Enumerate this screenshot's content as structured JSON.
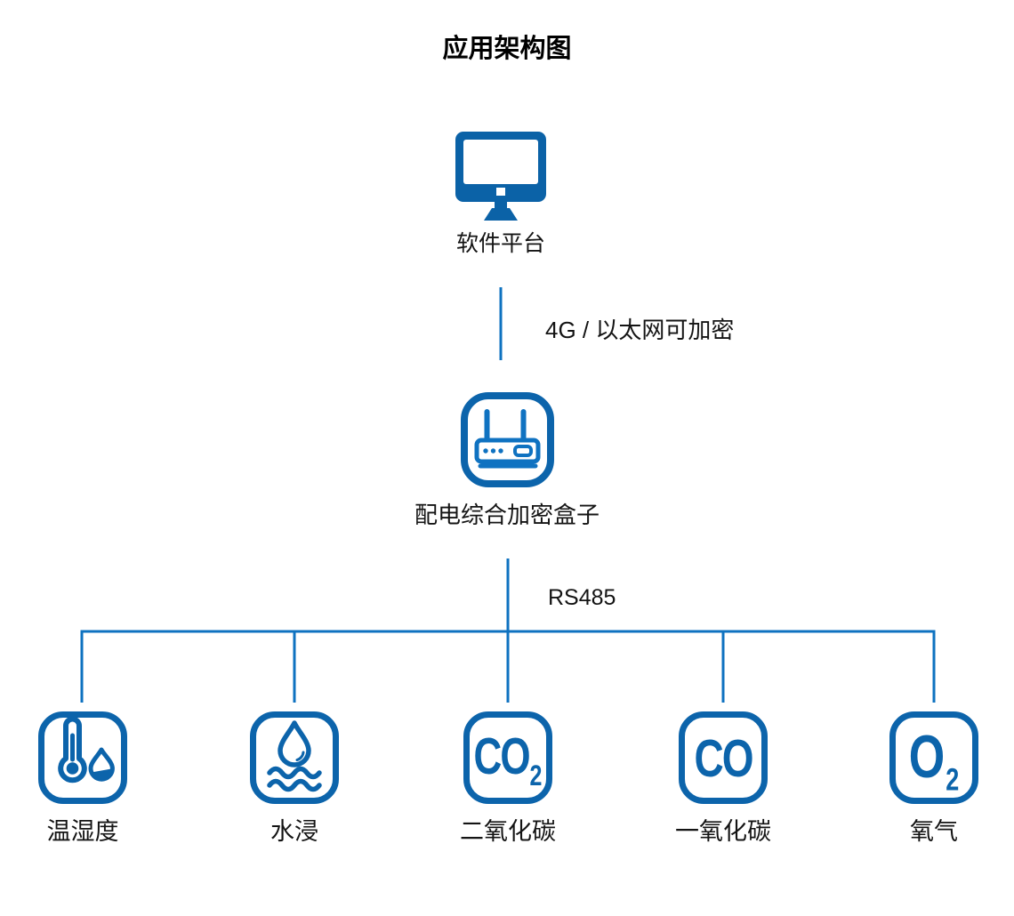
{
  "title": "应用架构图",
  "colors": {
    "icon_blue": "#0b62a7",
    "line_blue": "#0e72c0",
    "text": "#141414"
  },
  "platform": {
    "label": "软件平台",
    "icon": "monitor-icon"
  },
  "gateway": {
    "label": "配电综合加密盒子",
    "icon": "router-icon"
  },
  "links": {
    "wan": "4G / 以太网可加密",
    "bus": "RS485"
  },
  "sensors": [
    {
      "label": "温湿度",
      "icon": "thermometer-humidity-icon"
    },
    {
      "label": "水浸",
      "icon": "water-leak-icon"
    },
    {
      "label": "二氧化碳",
      "icon": "co2-icon",
      "symbol": "CO",
      "symbol_sub": "2"
    },
    {
      "label": "一氧化碳",
      "icon": "co-icon",
      "symbol": "CO"
    },
    {
      "label": "氧气",
      "icon": "o2-icon",
      "symbol": "O",
      "symbol_sub": "2"
    }
  ]
}
